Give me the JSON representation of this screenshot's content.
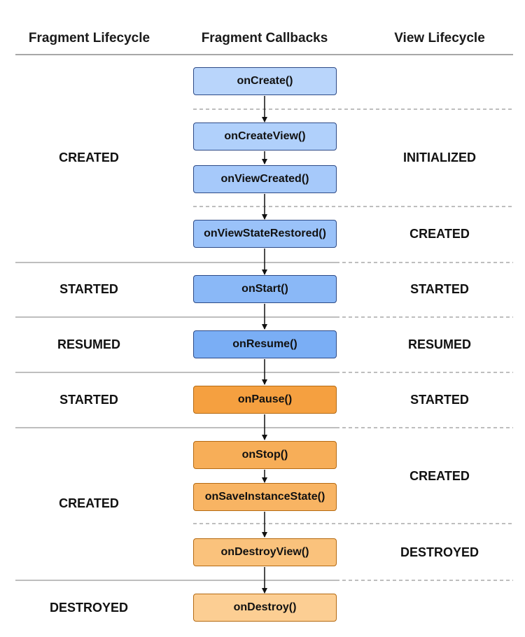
{
  "headers": {
    "fragment_lifecycle": "Fragment Lifecycle",
    "fragment_callbacks": "Fragment Callbacks",
    "view_lifecycle": "View Lifecycle"
  },
  "fragment_states": {
    "created_1": "CREATED",
    "started_1": "STARTED",
    "resumed": "RESUMED",
    "started_2": "STARTED",
    "created_2": "CREATED",
    "destroyed": "DESTROYED"
  },
  "view_states": {
    "initialized": "INITIALIZED",
    "created_1": "CREATED",
    "started_1": "STARTED",
    "resumed": "RESUMED",
    "started_2": "STARTED",
    "created_2": "CREATED",
    "destroyed": "DESTROYED"
  },
  "callbacks": {
    "on_create": "onCreate()",
    "on_create_view": "onCreateView()",
    "on_view_created": "onViewCreated()",
    "on_view_state_restored": "onViewStateRestored()",
    "on_start": "onStart()",
    "on_resume": "onResume()",
    "on_pause": "onPause()",
    "on_stop": "onStop()",
    "on_save_instance_state": "onSaveInstanceState()",
    "on_destroy_view": "onDestroyView()",
    "on_destroy": "onDestroy()"
  },
  "colors": {
    "on_create": "#b9d5fb",
    "on_create_view": "#b0d0fb",
    "on_view_created": "#a6c9fa",
    "on_view_state_restored": "#9ac2f9",
    "on_start": "#8ab8f7",
    "on_resume": "#7aaef5",
    "on_pause": "#f5a040",
    "on_stop": "#f7ae58",
    "on_save_instance_state": "#f8b463",
    "on_destroy_view": "#fac27c",
    "on_destroy": "#fcce93",
    "divider": "#a8a8a8",
    "box_border_blue": "#2d4a86",
    "box_border_orange": "#b56a12"
  }
}
